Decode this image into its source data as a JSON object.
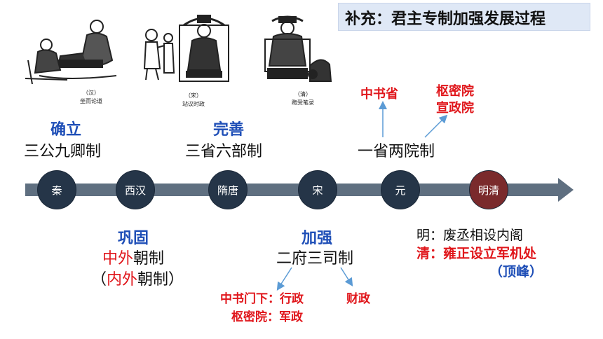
{
  "title": "补充：君主专制加强发展过程",
  "images": [
    {
      "caption_dynasty": "（汉）",
      "caption_text": "坐而论道"
    },
    {
      "caption_dynasty": "（宋）",
      "caption_text": "站议时政"
    },
    {
      "caption_dynasty": "（清）",
      "caption_text": "跪受笔录"
    }
  ],
  "timeline": {
    "nodes": [
      "秦",
      "西汉",
      "隋唐",
      "宋",
      "元",
      "明清"
    ],
    "colors": {
      "node": "#253548",
      "final_node": "#7a2a2c",
      "arrow": "#5f6f80"
    }
  },
  "top": {
    "establish": {
      "heading": "确立",
      "system": "三公九卿制"
    },
    "perfect": {
      "heading": "完善",
      "system": "三省六部制"
    },
    "yuan": {
      "system": "一省两院制",
      "branch1": "中书省",
      "branch2_line1": "枢密院",
      "branch2_line2": "宣政院"
    }
  },
  "bottom": {
    "consolidate": {
      "heading": "巩固",
      "line1_red": "中外",
      "line1_black": "朝制",
      "line2_open": "（",
      "line2_red": "内外",
      "line2_black": "朝制",
      "line2_close": "）"
    },
    "strengthen": {
      "heading": "加强",
      "system": "二府三司制",
      "sub1_line1": "中书门下：行政",
      "sub1_line2": "枢密院：军政",
      "sub2": "财政"
    },
    "mingqing": {
      "ming": "明：废丞相设内阁",
      "qing": "清：雍正设立军机处",
      "peak": "（顶峰）"
    }
  },
  "colors": {
    "blue": "#1f4fb7",
    "red": "#e0161b",
    "title_bg": "#dfe8f6"
  }
}
